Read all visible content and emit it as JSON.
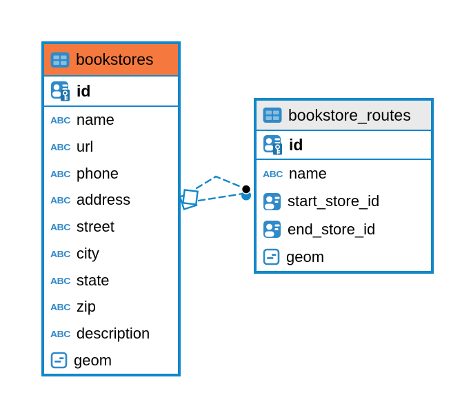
{
  "diagram": {
    "colors": {
      "accent_blue": "#1287c9",
      "header_orange": "#f5793e",
      "header_gray": "#eaeaea",
      "icon_blue": "#3089c8",
      "icon_cell": "#8abede",
      "key_blue": "#1f73ac",
      "text": "#000000"
    },
    "icons": {
      "text_glyph": "ABC"
    },
    "tables": [
      {
        "title": "bookstores",
        "header_style": "orange",
        "fields": [
          {
            "label": "id",
            "type": "primary-key"
          },
          {
            "label": "name",
            "type": "text"
          },
          {
            "label": "url",
            "type": "text"
          },
          {
            "label": "phone",
            "type": "text"
          },
          {
            "label": "address",
            "type": "text"
          },
          {
            "label": "street",
            "type": "text"
          },
          {
            "label": "city",
            "type": "text"
          },
          {
            "label": "state",
            "type": "text"
          },
          {
            "label": "zip",
            "type": "text"
          },
          {
            "label": "description",
            "type": "text"
          },
          {
            "label": "geom",
            "type": "geometry"
          }
        ]
      },
      {
        "title": "bookstore_routes",
        "header_style": "gray",
        "fields": [
          {
            "label": "id",
            "type": "primary-key"
          },
          {
            "label": "name",
            "type": "text"
          },
          {
            "label": "start_store_id",
            "type": "foreign-key"
          },
          {
            "label": "end_store_id",
            "type": "foreign-key"
          },
          {
            "label": "geom",
            "type": "geometry"
          }
        ]
      }
    ],
    "relationship": {
      "from_table": "bookstores",
      "to_table": "bookstore_routes",
      "line_count": 2,
      "style": "dashed"
    }
  }
}
